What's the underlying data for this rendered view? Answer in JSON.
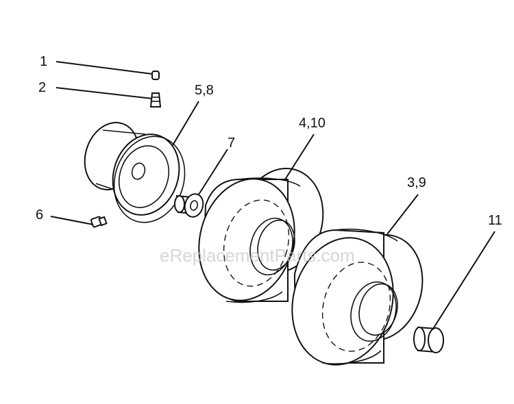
{
  "diagram": {
    "callouts": [
      {
        "id": "1",
        "label": "1"
      },
      {
        "id": "2",
        "label": "2"
      },
      {
        "id": "5_8",
        "label": "5,8"
      },
      {
        "id": "7",
        "label": "7"
      },
      {
        "id": "4_10",
        "label": "4,10"
      },
      {
        "id": "3_9",
        "label": "3,9"
      },
      {
        "id": "6",
        "label": "6"
      },
      {
        "id": "11",
        "label": "11"
      }
    ],
    "watermark": "eReplacementParts.com",
    "colors": {
      "line": "#111111",
      "background": "#ffffff",
      "watermark": "#c8c8c8"
    }
  }
}
